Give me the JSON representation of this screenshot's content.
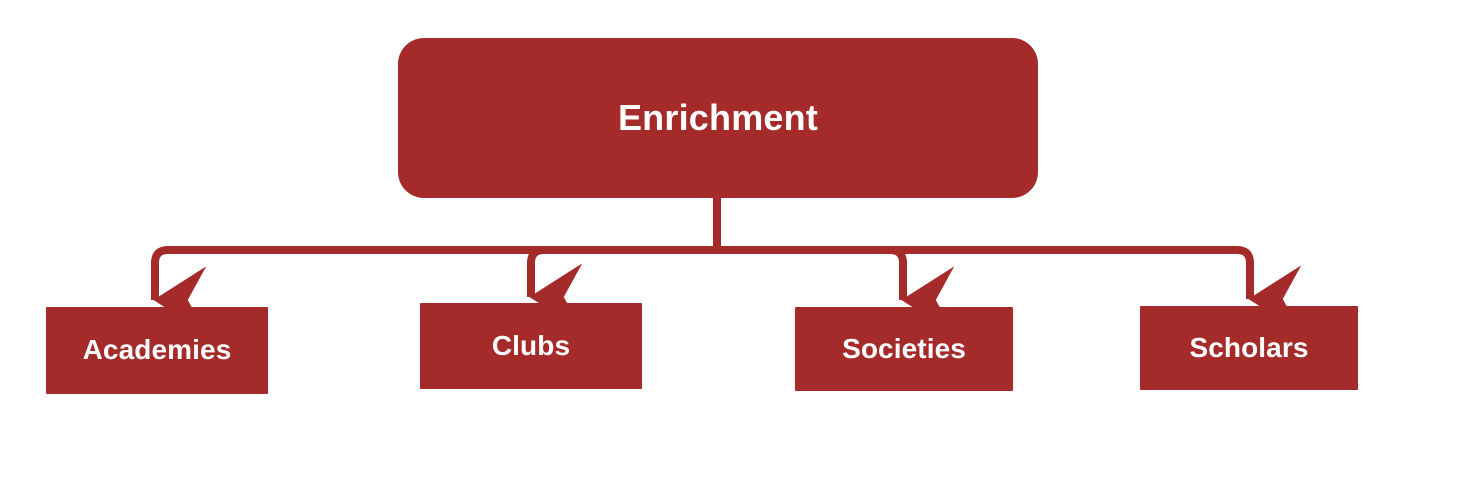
{
  "diagram": {
    "type": "hierarchy-tree",
    "orientation": "top-down",
    "title": "Enrichment",
    "colors": {
      "node_fill": "#a52a2a",
      "node_text": "#ffffff",
      "connector": "#a52a2a",
      "background": "#ffffff"
    },
    "root": {
      "id": "enrichment",
      "label": "Enrichment",
      "shape": "rounded-rectangle"
    },
    "children": [
      {
        "id": "academies",
        "label": "Academies",
        "shape": "rectangle"
      },
      {
        "id": "clubs",
        "label": "Clubs",
        "shape": "rectangle"
      },
      {
        "id": "societies",
        "label": "Societies",
        "shape": "rectangle"
      },
      {
        "id": "scholars",
        "label": "Scholars",
        "shape": "rectangle"
      }
    ],
    "connectors": {
      "style": "orthogonal-elbow",
      "arrowhead": "filled-triangle-down",
      "stroke_width": 8
    }
  }
}
